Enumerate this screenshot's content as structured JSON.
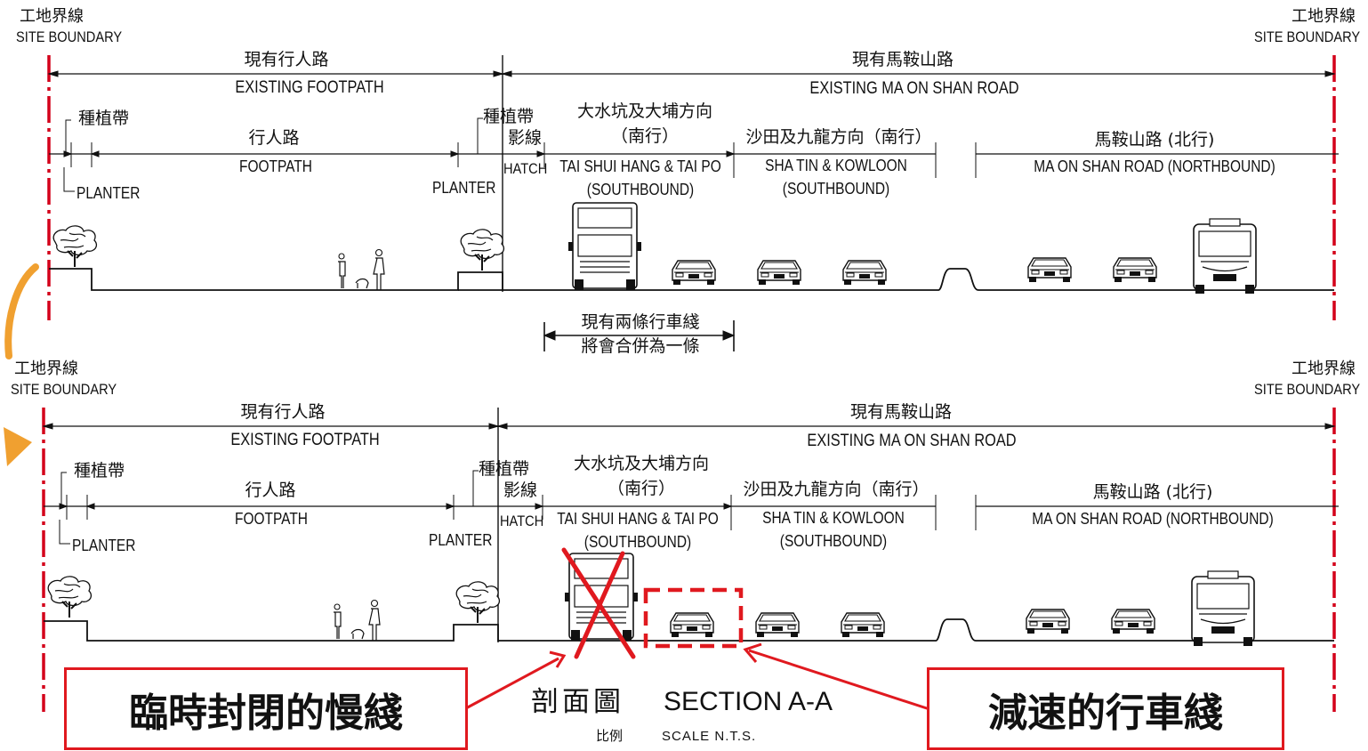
{
  "top_section": {
    "site_boundary_zh": "工地界線",
    "site_boundary_en": "SITE BOUNDARY",
    "existing_footpath_zh": "現有行人路",
    "existing_footpath_en": "EXISTING FOOTPATH",
    "existing_road_zh": "現有馬鞍山路",
    "existing_road_en": "EXISTING MA ON SHAN ROAD",
    "planter_zh": "種植帶",
    "planter_en": "PLANTER",
    "footpath_zh": "行人路",
    "footpath_en": "FOOTPATH",
    "hatch_zh": "影線",
    "hatch_en": "HATCH",
    "tsh_zh_1": "大水坑及大埔方向",
    "tsh_zh_2": "（南行）",
    "tsh_en_1": "TAI SHUI HANG & TAI PO",
    "tsh_en_2": "(SOUTHBOUND)",
    "st_zh": "沙田及九龍方向（南行）",
    "st_en_1": "SHA TIN & KOWLOON",
    "st_en_2": "(SOUTHBOUND)",
    "mos_zh": "馬鞍山路 (北行)",
    "mos_en": "MA ON SHAN ROAD (NORTHBOUND)"
  },
  "merge_note": {
    "line1": "現有兩條行車綫",
    "line2": "將會合併為一條"
  },
  "bottom_section": {
    "site_boundary_zh": "工地界線",
    "site_boundary_en": "SITE BOUNDARY",
    "existing_footpath_zh": "現有行人路",
    "existing_footpath_en": "EXISTING FOOTPATH",
    "existing_road_zh": "現有馬鞍山路",
    "existing_road_en": "EXISTING MA ON SHAN ROAD",
    "planter_zh": "種植帶",
    "planter_en": "PLANTER",
    "footpath_zh": "行人路",
    "footpath_en": "FOOTPATH",
    "hatch_zh": "影線",
    "hatch_en": "HATCH",
    "tsh_zh_1": "大水坑及大埔方向",
    "tsh_zh_2": "（南行）",
    "tsh_en_1": "TAI SHUI HANG & TAI PO",
    "tsh_en_2": "(SOUTHBOUND)",
    "st_zh": "沙田及九龍方向（南行）",
    "st_en_1": "SHA TIN & KOWLOON",
    "st_en_2": "(SOUTHBOUND)",
    "mos_zh": "馬鞍山路 (北行)",
    "mos_en": "MA ON SHAN ROAD (NORTHBOUND)"
  },
  "callouts": {
    "closed_lane": "臨時封閉的慢綫",
    "reduced_speed_lane": "減速的行車綫"
  },
  "section_title": {
    "zh": "剖面圖",
    "en": "SECTION A-A",
    "scale_zh": "比例",
    "scale_en": "SCALE N.T.S."
  },
  "colors": {
    "accent_red": "#e0191f",
    "boundary_red": "#d4001a",
    "indicator_orange": "#f0a030",
    "line_black": "#111111"
  }
}
